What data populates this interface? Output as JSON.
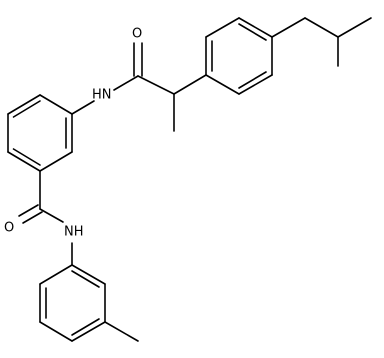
{
  "atom_labels": {
    "carbonyl_o_top": "O",
    "amide_nh_top": "HN",
    "carbonyl_o_bottom": "O",
    "amide_nh_bottom": "NH"
  }
}
